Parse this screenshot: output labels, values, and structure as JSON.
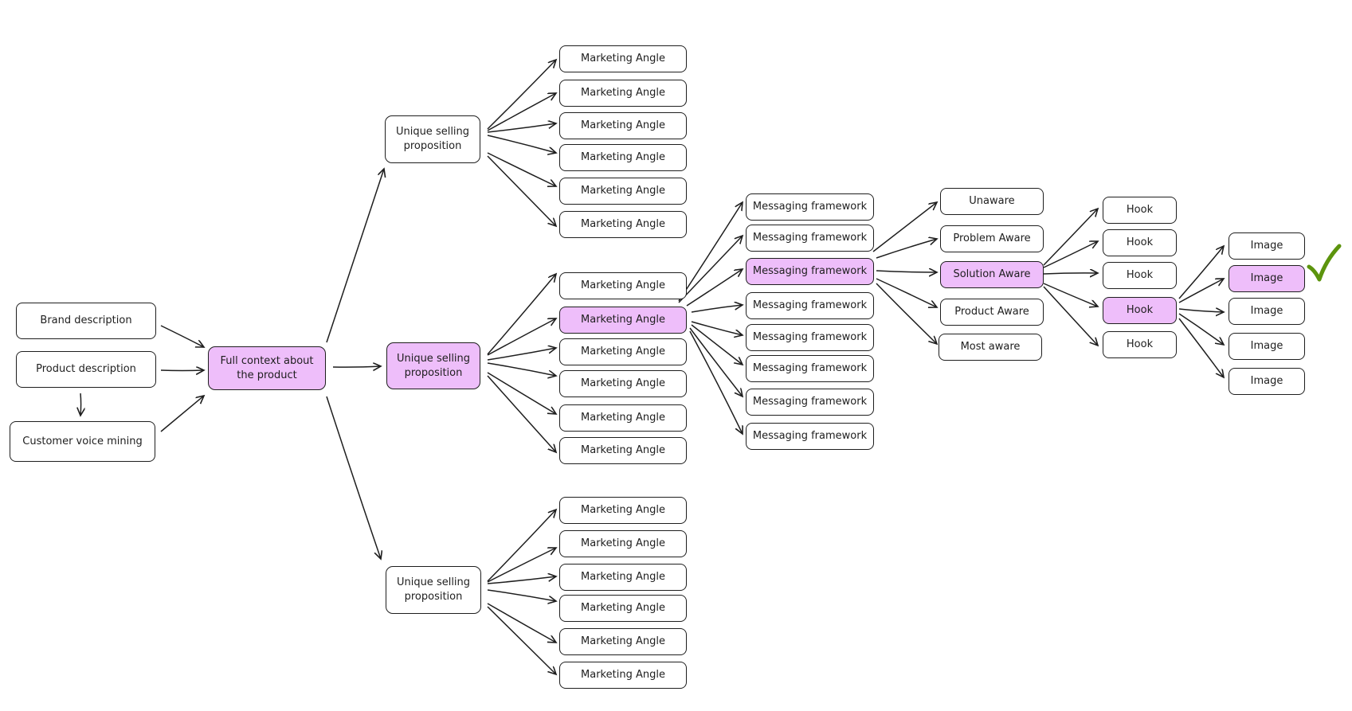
{
  "inputs": {
    "brand": "Brand description",
    "product": "Product description",
    "customer_voice": "Customer voice mining"
  },
  "context": {
    "label": "Full context about the product"
  },
  "usp_label": "Unique selling proposition",
  "marketing_angle_label": "Marketing Angle",
  "messaging_framework_label": "Messaging framework",
  "awareness": {
    "unaware": "Unaware",
    "problem_aware": "Problem Aware",
    "solution_aware": "Solution Aware",
    "product_aware": "Product Aware",
    "most_aware": "Most aware"
  },
  "hook_label": "Hook",
  "image_label": "Image",
  "colors": {
    "highlight": "#eebefa",
    "stroke": "#1e1e1e",
    "check": "#5c940d"
  },
  "icons": {
    "selected": "checkmark-icon"
  }
}
